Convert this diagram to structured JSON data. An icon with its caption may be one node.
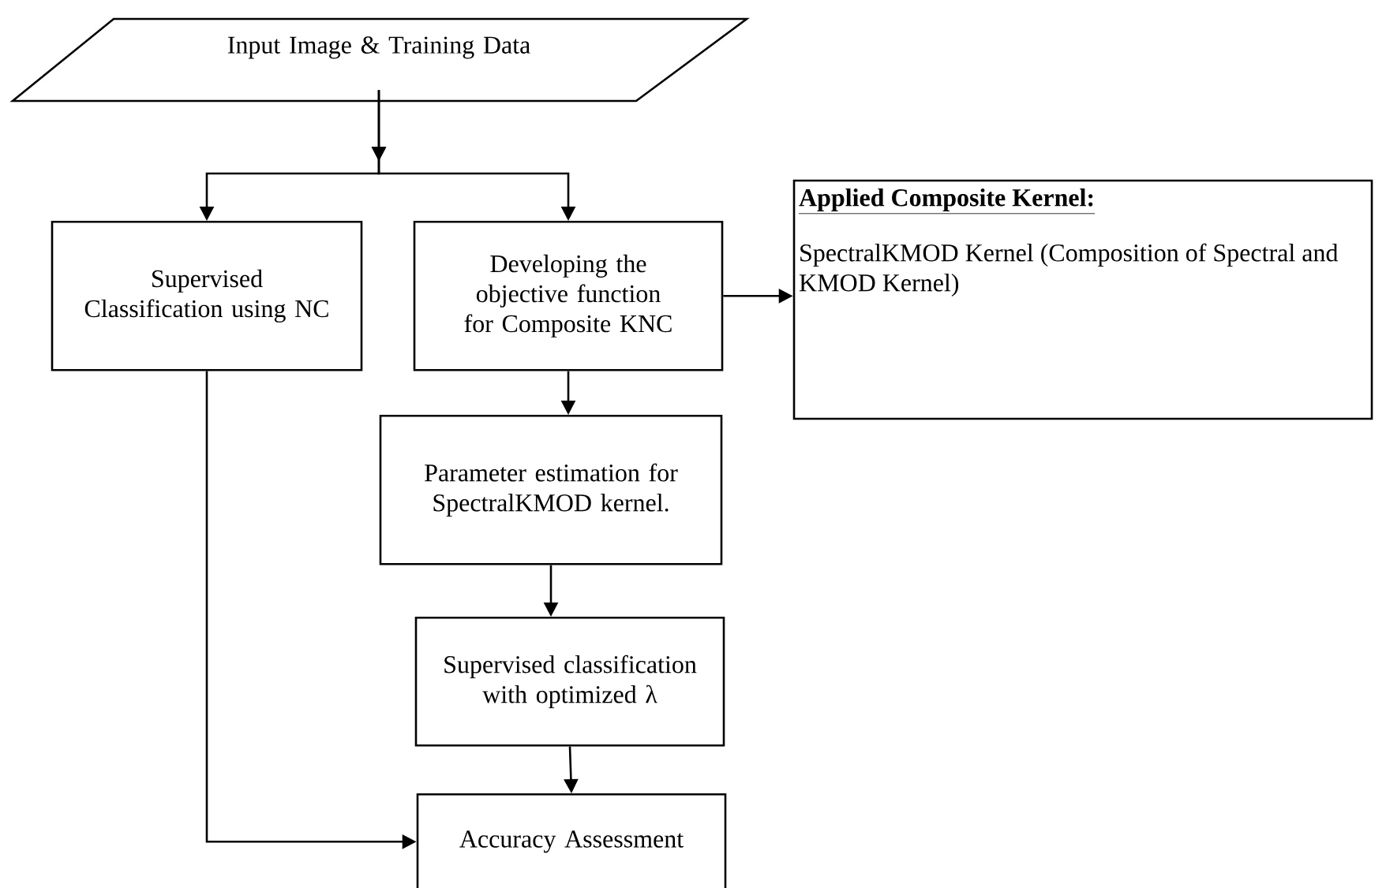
{
  "diagram": {
    "nodes": [
      {
        "text": [
          "Input Image & Training Data"
        ]
      },
      {
        "text": [
          "Supervised Classification using NC"
        ]
      },
      {
        "text": [
          "Developing the objective function for Composite KNC"
        ]
      },
      {
        "text": [
          "Applied Composite Kernel:",
          "SpectralKMOD Kernel (Composition of Spectral and KMOD Kernel)"
        ]
      },
      {
        "text": [
          "Parameter estimation for SpectralKMOD kernel."
        ]
      },
      {
        "text": [
          "Supervised classification with optimized λ"
        ]
      },
      {
        "text": [
          "Accuracy Assessment"
        ]
      }
    ],
    "edges": [
      {
        "from": 0,
        "to": 1,
        "arrow": "to"
      },
      {
        "from": 0,
        "to": 2,
        "arrow": "to"
      },
      {
        "from": 2,
        "to": 3,
        "arrow": "to"
      },
      {
        "from": 2,
        "to": 4,
        "arrow": "to"
      },
      {
        "from": 4,
        "to": 5,
        "arrow": "to"
      },
      {
        "from": 5,
        "to": 6,
        "arrow": "to"
      },
      {
        "from": 1,
        "to": 6,
        "arrow": "to"
      }
    ]
  }
}
